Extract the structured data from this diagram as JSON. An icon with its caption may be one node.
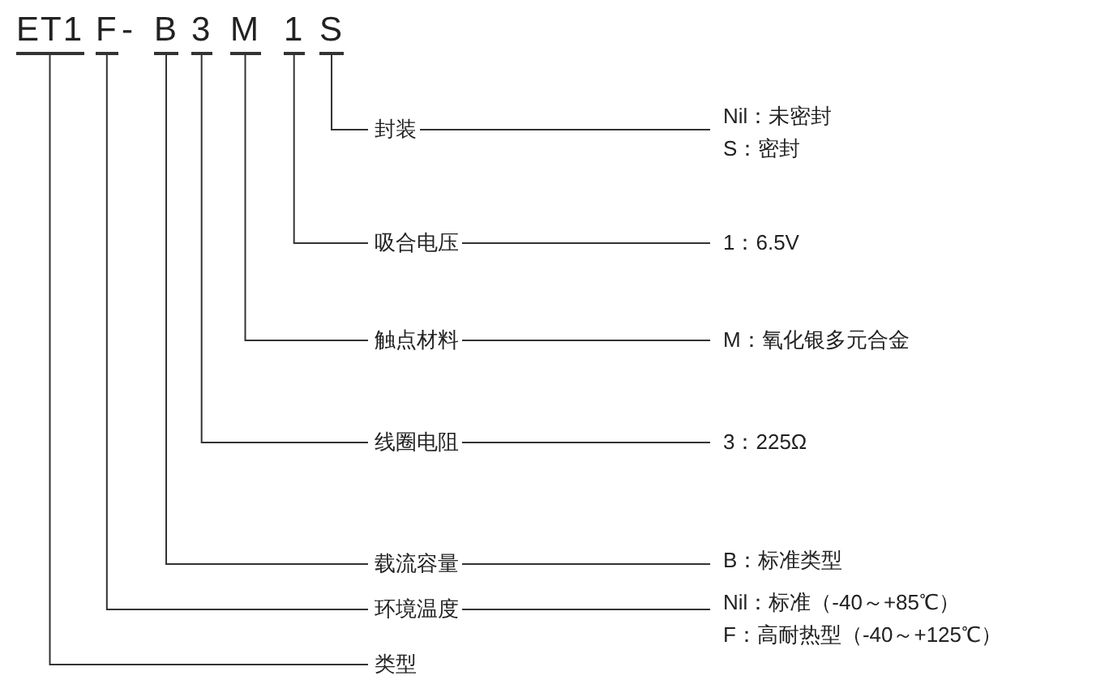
{
  "diagram": {
    "nodes": [
      {
        "text": [
          "ET1"
        ]
      },
      {
        "text": [
          "F"
        ]
      },
      {
        "text": [
          "B"
        ]
      },
      {
        "text": [
          "3"
        ]
      },
      {
        "text": [
          "M"
        ]
      },
      {
        "text": [
          "1"
        ]
      },
      {
        "text": [
          "S"
        ]
      },
      {
        "text": [
          "封装"
        ]
      },
      {
        "text": [
          "吸合电压"
        ]
      },
      {
        "text": [
          "触点材料"
        ]
      },
      {
        "text": [
          "线圈电阻"
        ]
      },
      {
        "text": [
          "载流容量"
        ]
      },
      {
        "text": [
          "环境温度"
        ]
      },
      {
        "text": [
          "类型"
        ]
      },
      {
        "text": [
          "Nil：未密封",
          "S：密封"
        ]
      },
      {
        "text": [
          "1：6.5V"
        ]
      },
      {
        "text": [
          "M：氧化银多元合金"
        ]
      },
      {
        "text": [
          "3：225Ω"
        ]
      },
      {
        "text": [
          "B：标准类型"
        ]
      },
      {
        "text": [
          "Nil：标准（-40～+85℃）",
          "F：高耐热型（-40～+125℃）"
        ]
      }
    ],
    "edges": [
      {
        "from": 6,
        "to": 7,
        "arrow": "none"
      },
      {
        "from": 5,
        "to": 8,
        "arrow": "none"
      },
      {
        "from": 4,
        "to": 9,
        "arrow": "none"
      },
      {
        "from": 3,
        "to": 10,
        "arrow": "none"
      },
      {
        "from": 2,
        "to": 11,
        "arrow": "none"
      },
      {
        "from": 1,
        "to": 12,
        "arrow": "none"
      },
      {
        "from": 0,
        "to": 13,
        "arrow": "none"
      },
      {
        "from": 7,
        "to": 14,
        "arrow": "none"
      },
      {
        "from": 8,
        "to": 15,
        "arrow": "none"
      },
      {
        "from": 9,
        "to": 16,
        "arrow": "none"
      },
      {
        "from": 10,
        "to": 17,
        "arrow": "none"
      },
      {
        "from": 11,
        "to": 18,
        "arrow": "none"
      },
      {
        "from": 12,
        "to": 19,
        "arrow": "none"
      }
    ],
    "labels": [
      "-"
    ]
  }
}
